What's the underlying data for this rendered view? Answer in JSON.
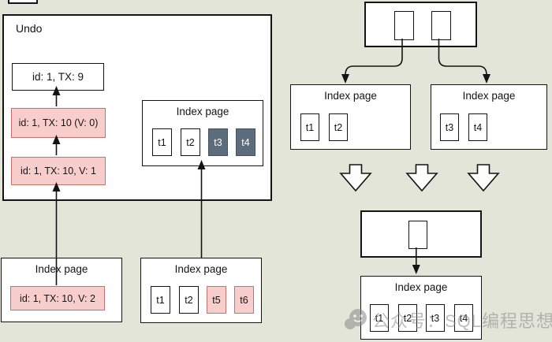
{
  "colors": {
    "background": "#e3e5d8",
    "box_fill": "#ffffff",
    "box_border": "#141414",
    "pink_fill": "#f8cecc",
    "pink_border": "#c97069",
    "dark_tile_fill": "#5b6c7d",
    "dark_tile_text": "#ffffff"
  },
  "left": {
    "undo": {
      "title": "Undo",
      "versions": [
        {
          "text": "id: 1, TX: 9",
          "style": "white"
        },
        {
          "text": "id: 1, TX: 10 (V: 0)",
          "style": "pink"
        },
        {
          "text": "id: 1, TX: 10, V: 1",
          "style": "pink"
        }
      ],
      "index_page": {
        "title": "Index page",
        "tiles": [
          {
            "label": "t1",
            "style": "white"
          },
          {
            "label": "t2",
            "style": "white"
          },
          {
            "label": "t3",
            "style": "dark"
          },
          {
            "label": "t4",
            "style": "dark"
          }
        ]
      }
    },
    "bottom_left_page": {
      "title": "Index page",
      "record": "id: 1, TX: 10, V: 2"
    },
    "bottom_mid_page": {
      "title": "Index page",
      "tiles": [
        {
          "label": "t1",
          "style": "white"
        },
        {
          "label": "t2",
          "style": "white"
        },
        {
          "label": "t5",
          "style": "pink"
        },
        {
          "label": "t6",
          "style": "pink"
        }
      ]
    }
  },
  "right": {
    "child_left": {
      "title": "Index page",
      "tiles": [
        {
          "label": "t1"
        },
        {
          "label": "t2"
        }
      ]
    },
    "child_right": {
      "title": "Index page",
      "tiles": [
        {
          "label": "t3"
        },
        {
          "label": "t4"
        }
      ]
    },
    "merged_page": {
      "title": "Index page",
      "tiles": [
        {
          "label": "t1"
        },
        {
          "label": "t2"
        },
        {
          "label": "t3"
        },
        {
          "label": "t4"
        }
      ]
    }
  },
  "watermark": {
    "text": "公众号：SQL编程思想"
  }
}
